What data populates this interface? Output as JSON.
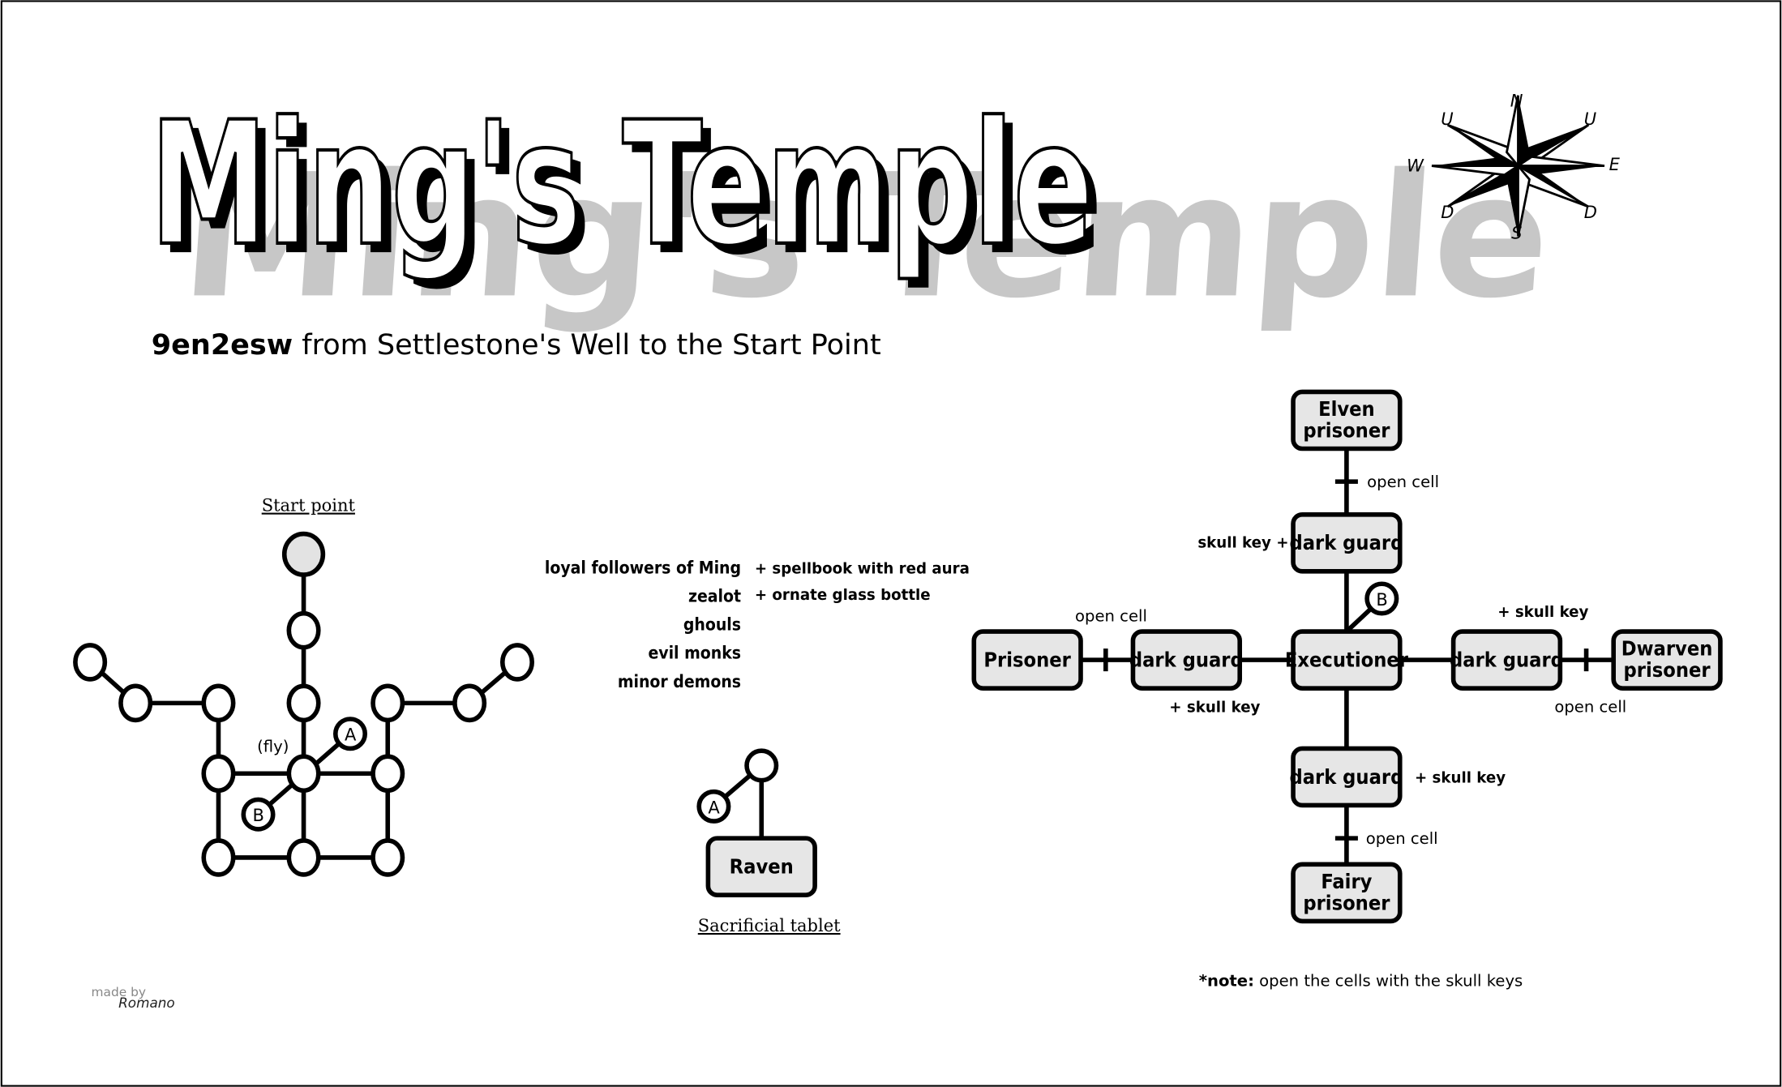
{
  "title": "Ming's Temple",
  "subtitle": {
    "directions": "9en2esw",
    "rest": " from Settlestone's Well to the Start Point"
  },
  "compass": {
    "north": "N",
    "south": "S",
    "east": "E",
    "west": "W",
    "up_left": "U",
    "up_right": "U",
    "down_left": "D",
    "down_right": "D"
  },
  "start_map": {
    "label": "Start point",
    "fly_label": "(fly)",
    "portal_a": "A",
    "portal_b": "B"
  },
  "enemies": {
    "names": [
      "loyal followers of Ming",
      "zealot",
      "ghouls",
      "evil monks",
      "minor demons"
    ],
    "loot": [
      "+ spellbook with red aura",
      "+ ornate glass bottle"
    ]
  },
  "tablet_map": {
    "portal_a": "A",
    "raven": "Raven",
    "label": "Sacrificial tablet"
  },
  "prison_map": {
    "elven_prisoner": [
      "Elven",
      "prisoner"
    ],
    "north_guard": "dark guard",
    "north_key": "skull key +",
    "north_door": "open cell",
    "portal_b": "B",
    "executioner": "Executioner",
    "west_guard": "dark guard",
    "west_key": "+ skull key",
    "west_door": "open cell",
    "prisoner": "Prisoner",
    "east_guard": "dark guard",
    "east_key": "+ skull key",
    "east_door": "open cell",
    "dwarven_prisoner": [
      "Dwarven",
      "prisoner"
    ],
    "south_guard": "dark guard",
    "south_key": "+ skull key",
    "south_door": "open cell",
    "fairy_prisoner": [
      "Fairy",
      "prisoner"
    ]
  },
  "note": {
    "prefix": "*note:",
    "text": " open the cells with the skull keys"
  },
  "credit": {
    "line1": "made by",
    "line2": "Romano"
  }
}
